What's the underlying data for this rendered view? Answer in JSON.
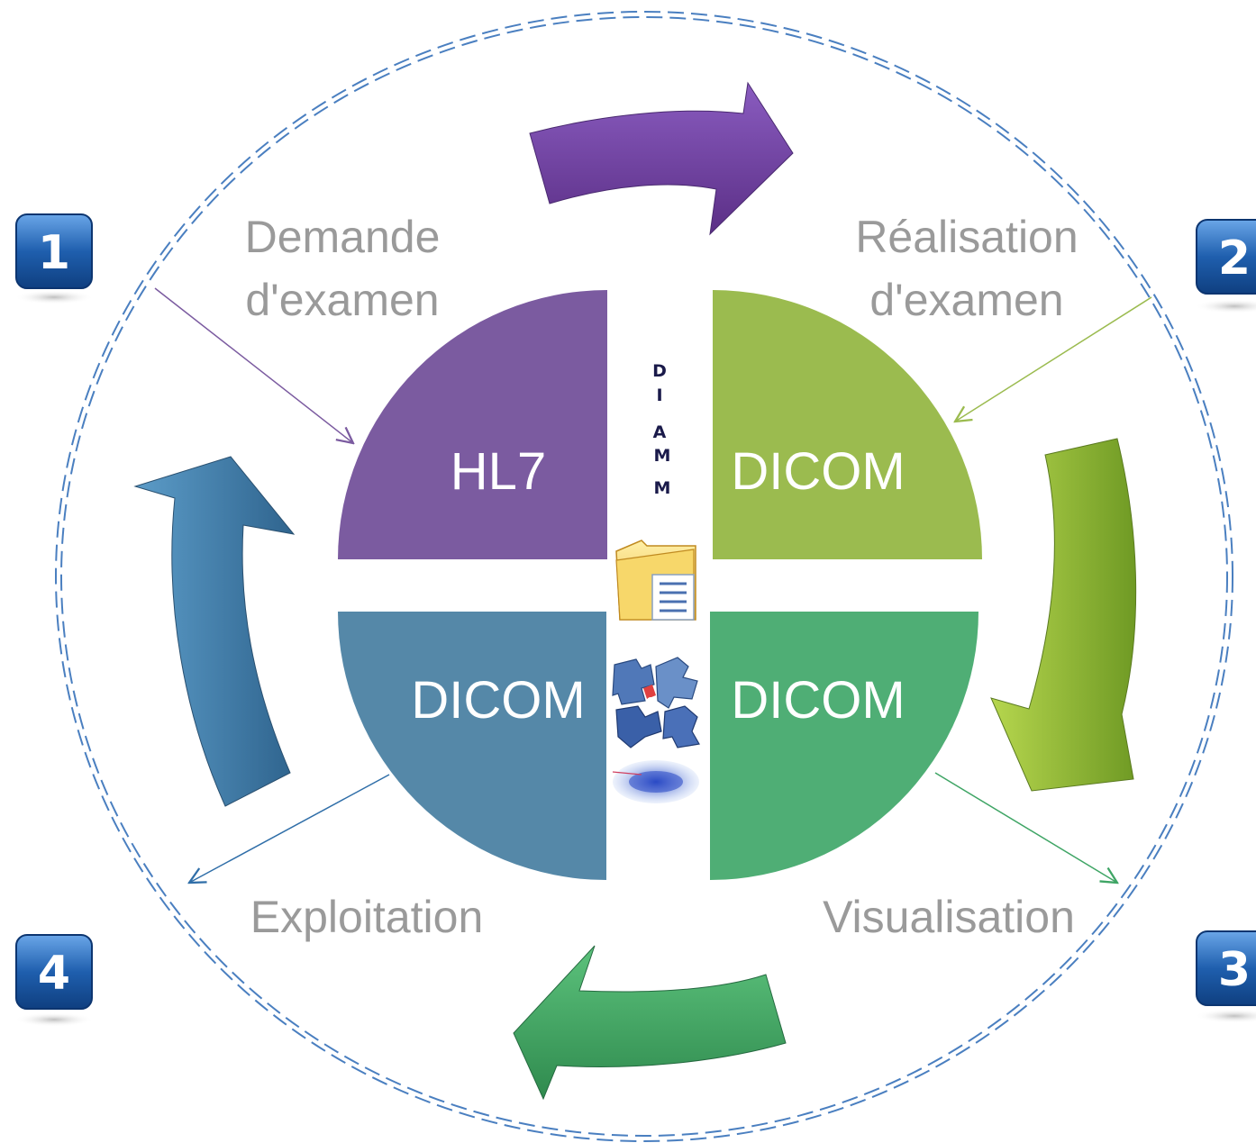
{
  "center_label": [
    "D",
    "I",
    "A",
    "M",
    "M"
  ],
  "quadrants": [
    {
      "id": "top-left",
      "label": "HL7",
      "color": "#7b5ba0"
    },
    {
      "id": "top-right",
      "label": "DICOM",
      "color": "#9bbb4f"
    },
    {
      "id": "bottom-right",
      "label": "DICOM",
      "color": "#4fae75"
    },
    {
      "id": "bottom-left",
      "label": "DICOM",
      "color": "#5588a8"
    }
  ],
  "phases": [
    {
      "number": "1",
      "lines": [
        "Demande",
        "d'examen"
      ],
      "color": "#7b5ba0"
    },
    {
      "number": "2",
      "lines": [
        "Réalisation",
        "d'examen"
      ],
      "color": "#9bbb4f"
    },
    {
      "number": "3",
      "lines": [
        "Visualisation"
      ],
      "color": "#4fae75"
    },
    {
      "number": "4",
      "lines": [
        "Exploitation"
      ],
      "color": "#3f7fa8"
    }
  ],
  "cycle_arrows": [
    {
      "from": "1",
      "to": "2",
      "color": "#6b3f95"
    },
    {
      "from": "2",
      "to": "3",
      "color": "#8bb83a"
    },
    {
      "from": "3",
      "to": "4",
      "color": "#3fa565"
    },
    {
      "from": "4",
      "to": "1",
      "color": "#3d7aa8"
    }
  ],
  "icons": [
    "folder-icon",
    "puzzle-icon",
    "starburst-icon"
  ],
  "colors": {
    "dashed_ring": "#4a7fc0",
    "badge": "#1f5fae",
    "phase_text": "#9a9a9a"
  }
}
